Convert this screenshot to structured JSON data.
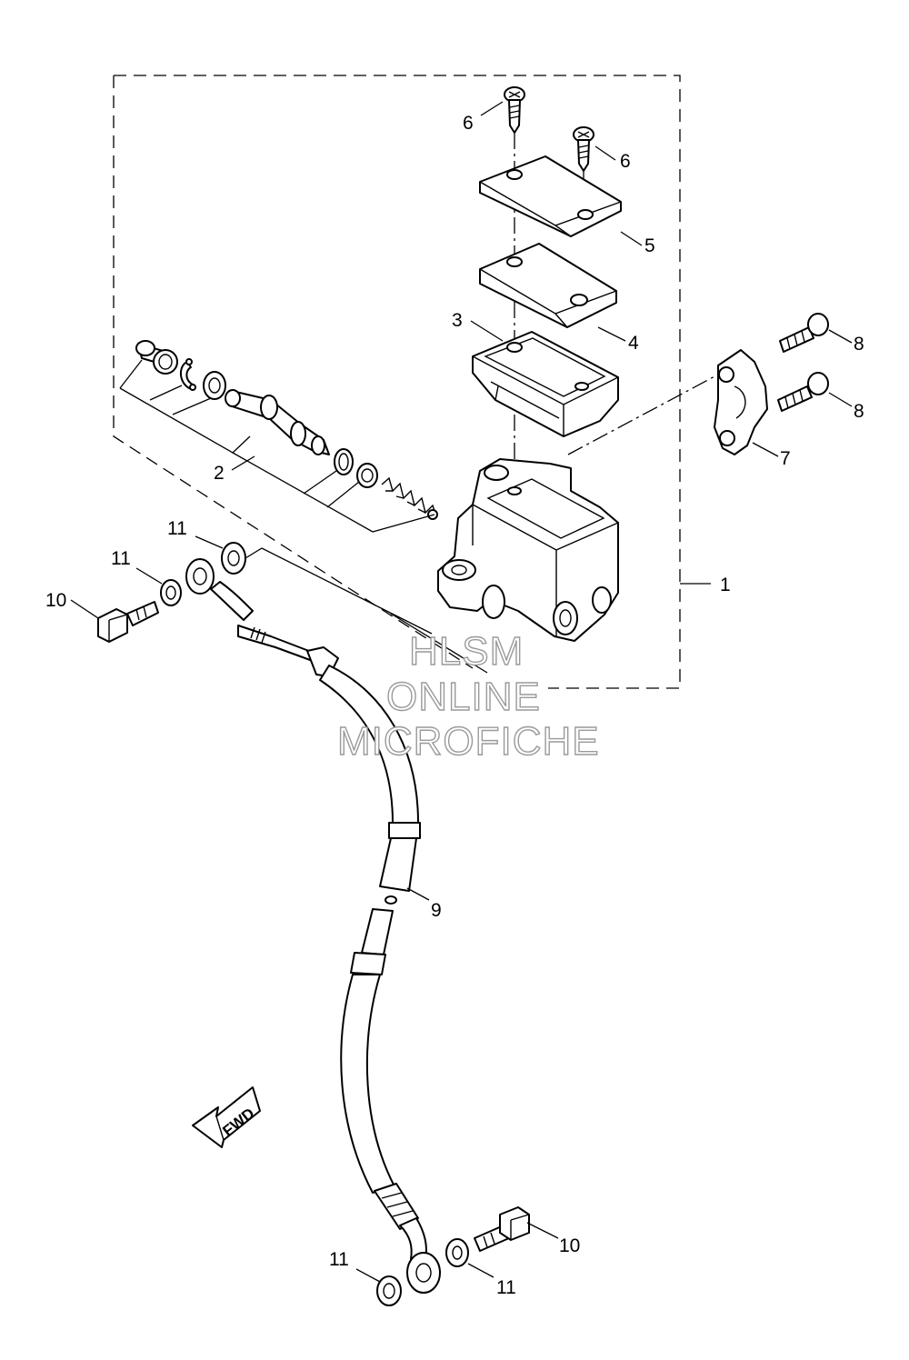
{
  "callouts": [
    {
      "id": "c1",
      "label": "1"
    },
    {
      "id": "c2",
      "label": "2"
    },
    {
      "id": "c3",
      "label": "3"
    },
    {
      "id": "c4",
      "label": "4"
    },
    {
      "id": "c5",
      "label": "5"
    },
    {
      "id": "c6a",
      "label": "6"
    },
    {
      "id": "c6b",
      "label": "6"
    },
    {
      "id": "c7",
      "label": "7"
    },
    {
      "id": "c8a",
      "label": "8"
    },
    {
      "id": "c8b",
      "label": "8"
    },
    {
      "id": "c9",
      "label": "9"
    },
    {
      "id": "c10a",
      "label": "10"
    },
    {
      "id": "c10b",
      "label": "10"
    },
    {
      "id": "c11a",
      "label": "11"
    },
    {
      "id": "c11b",
      "label": "11"
    },
    {
      "id": "c11c",
      "label": "11"
    },
    {
      "id": "c11d",
      "label": "11"
    }
  ],
  "direction_arrow": {
    "label": "FWD"
  },
  "watermark": {
    "line1": "HLSM",
    "line2": "ONLINE",
    "line3": "MICROFICHE"
  }
}
